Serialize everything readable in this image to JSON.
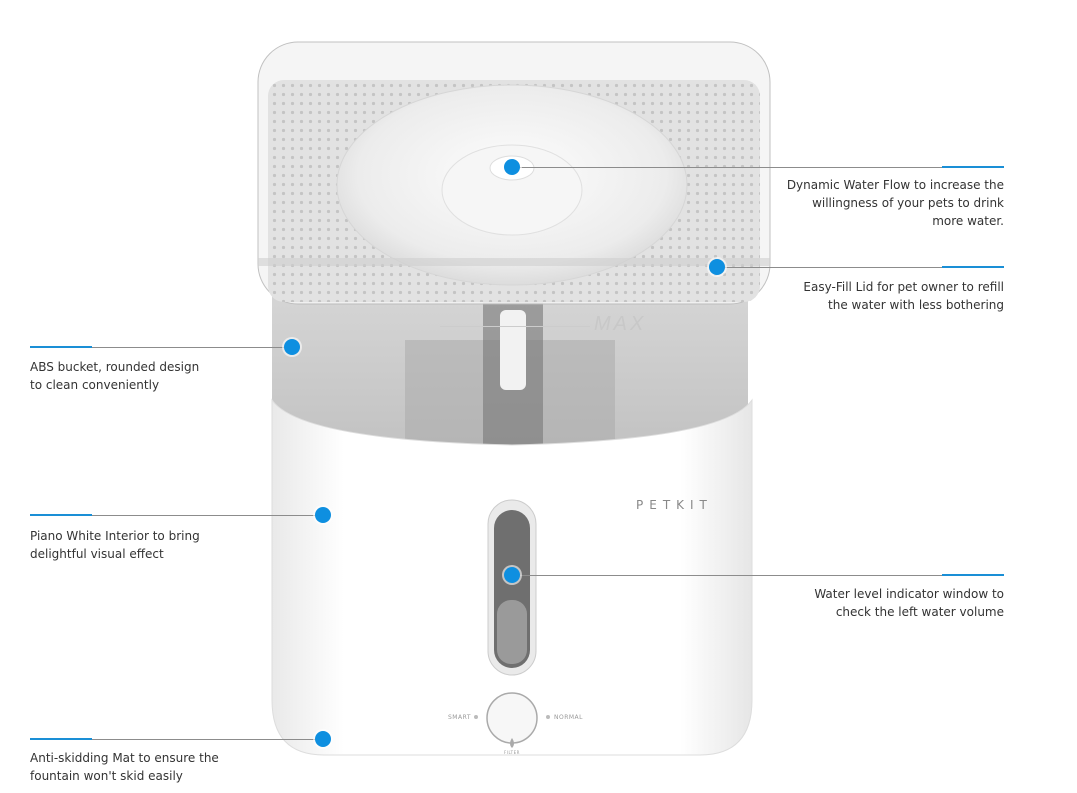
{
  "product": {
    "brand": "PETKIT",
    "max_mark": "MAX",
    "mode_left": "SMART",
    "mode_right": "NORMAL",
    "filter": "FILTER"
  },
  "callouts": [
    {
      "text": "Dynamic Water Flow to increase the\nwillingness of your pets to drink\nmore water."
    },
    {
      "text": "Easy-Fill Lid for pet owner to refill\nthe water with less bothering"
    },
    {
      "text": "ABS bucket, rounded design\nto clean conveniently"
    },
    {
      "text": "Piano White Interior to bring\ndelightful visual effect"
    },
    {
      "text": "Water level indicator window to\ncheck the left water volume"
    },
    {
      "text": "Anti-skidding Mat to ensure the\nfountain won't skid easily"
    }
  ],
  "colors": {
    "accent": "#0e8fe0",
    "line": "#8c8c8c"
  }
}
